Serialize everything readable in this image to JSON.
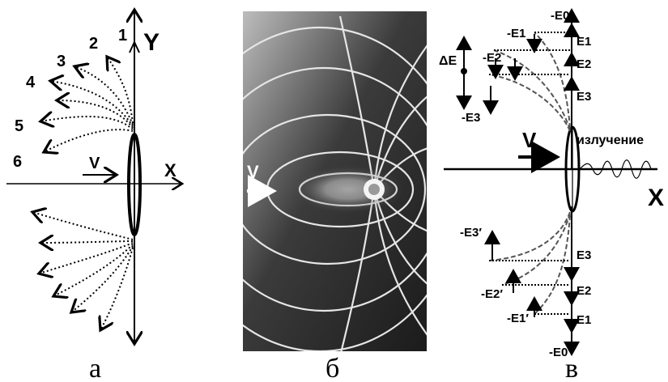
{
  "panel_a": {
    "caption": "а",
    "y_label": "Y",
    "x_label": "X",
    "v_label": "V",
    "line_labels": [
      "1",
      "2",
      "3",
      "4",
      "5",
      "6"
    ]
  },
  "panel_b": {
    "caption": "б",
    "v_label": "V"
  },
  "panel_c": {
    "caption": "в",
    "x_label": "X",
    "v_label": "V",
    "radiation_label": "излучение",
    "delta_e_label": "ΔE",
    "top_right_labels": [
      "-E0",
      "E1",
      "E2",
      "E3"
    ],
    "top_left_labels": [
      "-E1",
      "-E2",
      "-E3"
    ],
    "bottom_right_labels": [
      "E3",
      "E2",
      "E1"
    ],
    "bottom_left_labels": [
      "-E3′",
      "-E2′",
      "-E1′",
      "-E0′"
    ]
  }
}
